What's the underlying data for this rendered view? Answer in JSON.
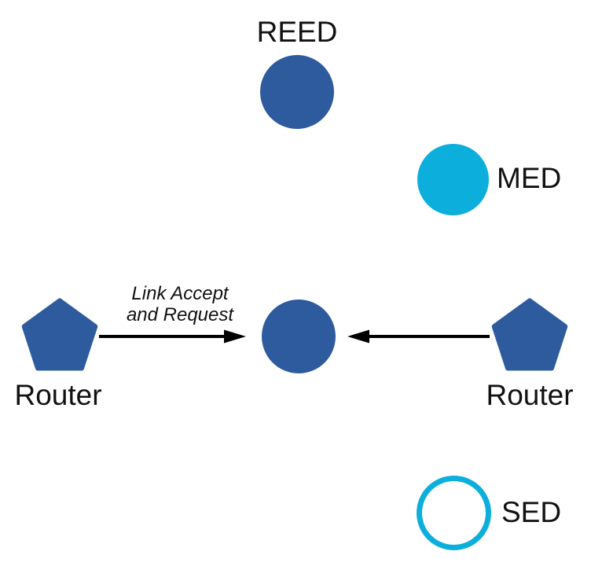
{
  "diagram": {
    "background_color": "#ffffff",
    "colors": {
      "node_blue": "#2E5B9E",
      "accent_cyan": "#0CAEDC",
      "arrow_black": "#000000",
      "text": "#111111"
    },
    "nodes": {
      "reed": {
        "label": "REED",
        "shape": "circle",
        "style": "filled-blue"
      },
      "med": {
        "label": "MED",
        "shape": "circle",
        "style": "filled-cyan"
      },
      "router_left": {
        "label": "Router",
        "shape": "pentagon",
        "style": "filled-blue"
      },
      "central": {
        "label": "",
        "shape": "circle",
        "style": "filled-blue"
      },
      "router_right": {
        "label": "Router",
        "shape": "pentagon",
        "style": "filled-blue"
      },
      "sed": {
        "label": "SED",
        "shape": "circle",
        "style": "outlined-cyan"
      }
    },
    "edges": {
      "left": {
        "from": "router_left",
        "to": "central",
        "direction": "left-to-right",
        "label_line1": "Link Accept",
        "label_line2": "and Request"
      },
      "right": {
        "from": "router_right",
        "to": "central",
        "direction": "right-to-left",
        "label_line1": "",
        "label_line2": ""
      }
    }
  }
}
